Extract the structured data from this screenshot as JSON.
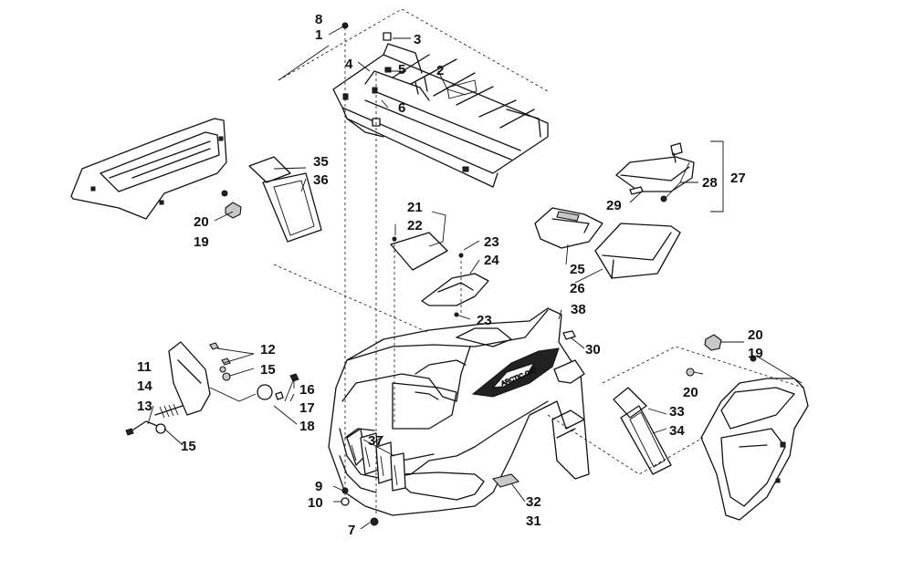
{
  "decal_text": "ARCTIC CAT",
  "callouts": [
    {
      "id": "c1",
      "label": "1"
    },
    {
      "id": "c2",
      "label": "2"
    },
    {
      "id": "c3",
      "label": "3"
    },
    {
      "id": "c4",
      "label": "4"
    },
    {
      "id": "c5",
      "label": "5"
    },
    {
      "id": "c6",
      "label": "6"
    },
    {
      "id": "c7",
      "label": "7"
    },
    {
      "id": "c8",
      "label": "8"
    },
    {
      "id": "c9",
      "label": "9"
    },
    {
      "id": "c10",
      "label": "10"
    },
    {
      "id": "c11",
      "label": "11"
    },
    {
      "id": "c12",
      "label": "12"
    },
    {
      "id": "c13",
      "label": "13"
    },
    {
      "id": "c14",
      "label": "14"
    },
    {
      "id": "c15a",
      "label": "15"
    },
    {
      "id": "c15b",
      "label": "15"
    },
    {
      "id": "c16",
      "label": "16"
    },
    {
      "id": "c17",
      "label": "17"
    },
    {
      "id": "c18",
      "label": "18"
    },
    {
      "id": "c19a",
      "label": "19"
    },
    {
      "id": "c19b",
      "label": "19"
    },
    {
      "id": "c20a",
      "label": "20"
    },
    {
      "id": "c20b",
      "label": "20"
    },
    {
      "id": "c20c",
      "label": "20"
    },
    {
      "id": "c21",
      "label": "21"
    },
    {
      "id": "c22",
      "label": "22"
    },
    {
      "id": "c23a",
      "label": "23"
    },
    {
      "id": "c23b",
      "label": "23"
    },
    {
      "id": "c24",
      "label": "24"
    },
    {
      "id": "c25",
      "label": "25"
    },
    {
      "id": "c26",
      "label": "26"
    },
    {
      "id": "c27",
      "label": "27"
    },
    {
      "id": "c28",
      "label": "28"
    },
    {
      "id": "c29",
      "label": "29"
    },
    {
      "id": "c30",
      "label": "30"
    },
    {
      "id": "c31",
      "label": "31"
    },
    {
      "id": "c32",
      "label": "32"
    },
    {
      "id": "c33",
      "label": "33"
    },
    {
      "id": "c34",
      "label": "34"
    },
    {
      "id": "c35",
      "label": "35"
    },
    {
      "id": "c36",
      "label": "36"
    },
    {
      "id": "c37",
      "label": "37"
    },
    {
      "id": "c38",
      "label": "38"
    }
  ]
}
